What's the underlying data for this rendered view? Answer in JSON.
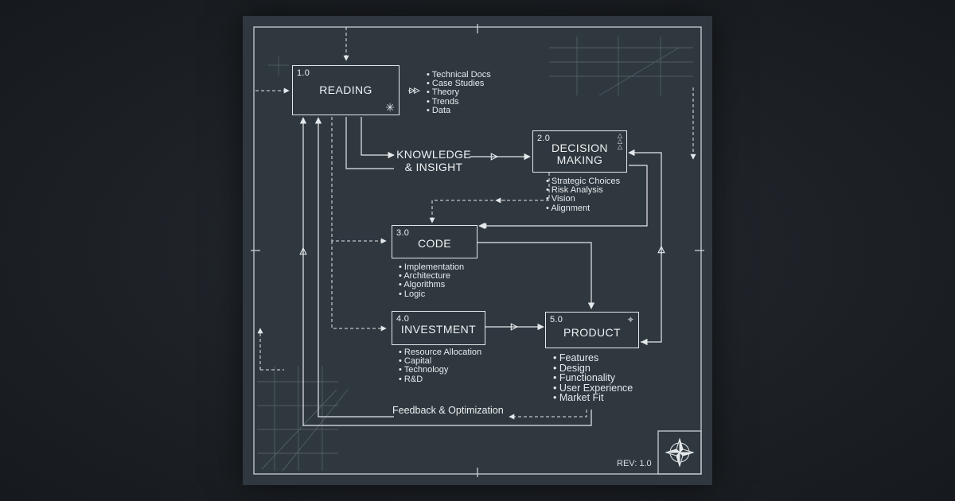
{
  "nodes": {
    "reading": {
      "number": "1.0",
      "title": "READING",
      "items": [
        "Technical Docs",
        "Case Studies",
        "Theory",
        "Trends",
        "Data"
      ]
    },
    "decision": {
      "number": "2.0",
      "title": "DECISION\nMAKING",
      "items": [
        "Strategic Choices",
        "Risk Analysis",
        "Vision",
        "Alignment"
      ]
    },
    "code": {
      "number": "3.0",
      "title": "CODE",
      "items": [
        "Implementation",
        "Architecture",
        "Algorithms",
        "Logic"
      ]
    },
    "investment": {
      "number": "4.0",
      "title": "INVESTMENT",
      "items": [
        "Resource Allocation",
        "Capital",
        "Technology",
        "R&D"
      ]
    },
    "product": {
      "number": "5.0",
      "title": "PRODUCT",
      "items": [
        "Features",
        "Design",
        "Functionality",
        "User Experience",
        "Market Fit"
      ]
    }
  },
  "labels": {
    "knowledge": "KNOWLEDGE\n& INSIGHT",
    "feedback": "Feedback & Optimization",
    "revision": "REV: 1.0"
  },
  "icons": {
    "reading": "asterisk-icon",
    "decision": "triangles-icon",
    "product": "crosshair-icon",
    "compass": "compass-rose-icon"
  },
  "colors": {
    "background": "#1d2126",
    "panel": "#2f383f",
    "line": "#e4e8ea"
  }
}
